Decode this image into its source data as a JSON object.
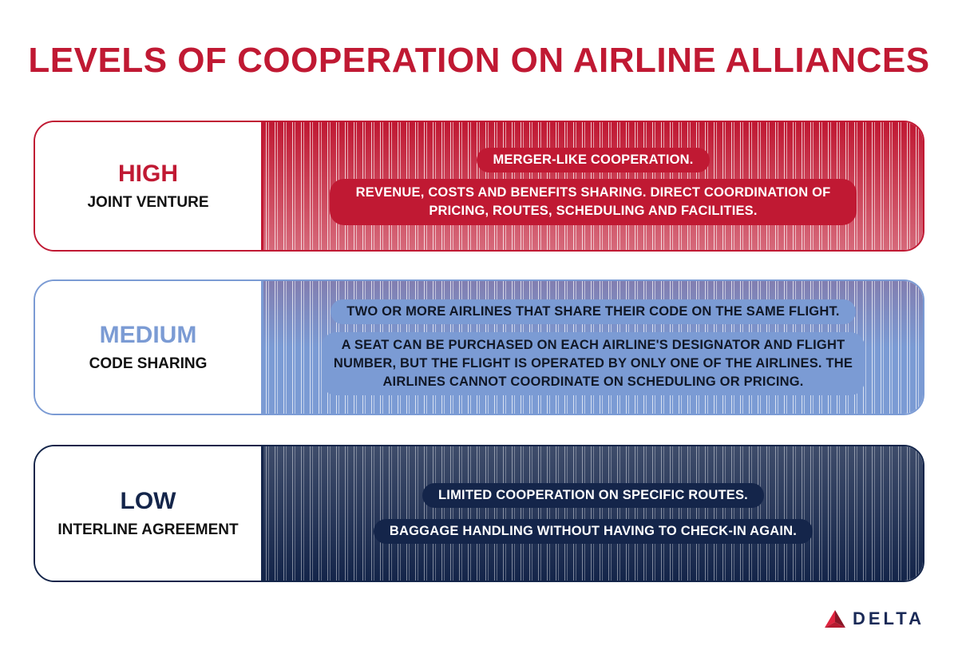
{
  "title": "LEVELS OF COOPERATION ON AIRLINE ALLIANCES",
  "levels": [
    {
      "level": "HIGH",
      "type": "JOINT VENTURE",
      "color": "#c01933",
      "points": [
        "MERGER-LIKE COOPERATION.",
        "REVENUE, COSTS AND BENEFITS SHARING.  DIRECT COORDINATION OF PRICING, ROUTES, SCHEDULING AND FACILITIES."
      ]
    },
    {
      "level": "MEDIUM",
      "type": "CODE SHARING",
      "color": "#7b9bd4",
      "points": [
        "TWO OR MORE AIRLINES THAT SHARE THEIR CODE ON THE SAME FLIGHT.",
        "A SEAT CAN BE PURCHASED ON EACH AIRLINE'S DESIGNATOR AND FLIGHT NUMBER, BUT THE FLIGHT IS OPERATED BY ONLY ONE OF THE AIRLINES. THE AIRLINES CANNOT COORDINATE ON SCHEDULING OR PRICING."
      ]
    },
    {
      "level": "LOW",
      "type": "INTERLINE AGREEMENT",
      "color": "#14254a",
      "points": [
        "LIMITED COOPERATION ON SPECIFIC ROUTES.",
        "BAGGAGE HANDLING WITHOUT HAVING TO CHECK-IN AGAIN."
      ]
    }
  ],
  "logo": {
    "text": "DELTA",
    "icon": "delta-widget-icon"
  }
}
